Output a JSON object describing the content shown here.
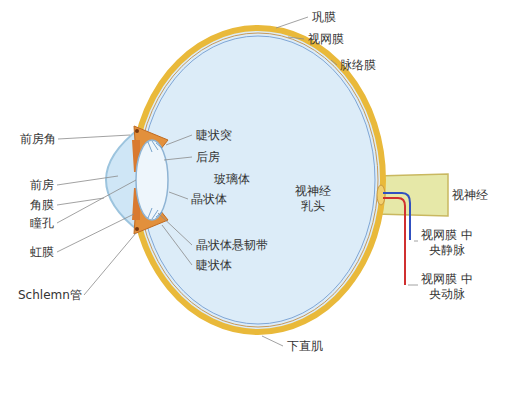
{
  "diagram": {
    "labels": [
      "巩膜",
      "视网膜",
      "脉络膜",
      "前房角",
      "睫状突",
      "后房",
      "前房",
      "玻璃体",
      "角膜",
      "晶状体",
      "瞳孔",
      "视神经 乳头",
      "视神经",
      "虹膜",
      "晶状体悬韧带",
      "睫状体",
      "视网膜 中央静脉",
      "视网膜 中央动脉",
      "Schlemn管",
      "下直肌"
    ]
  }
}
